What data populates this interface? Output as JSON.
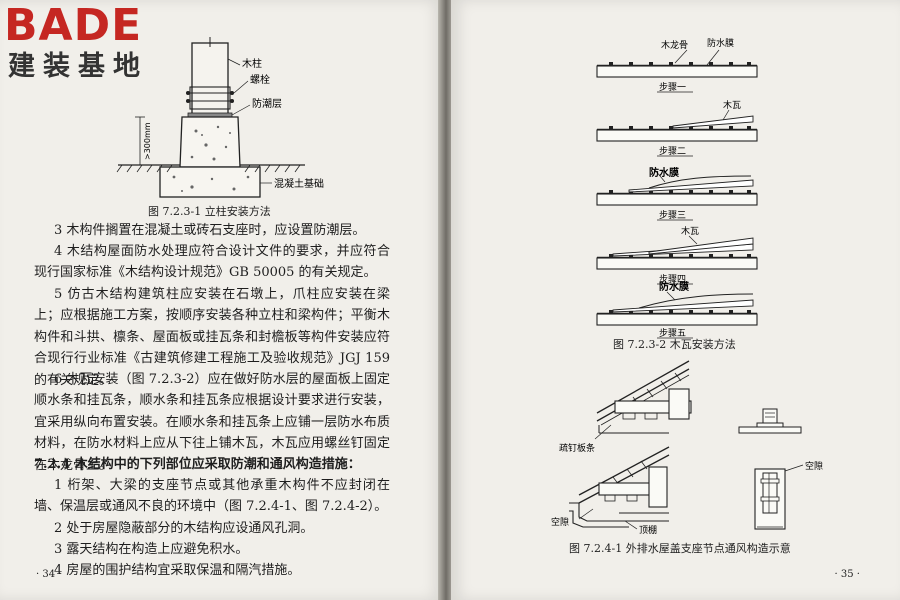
{
  "logo": {
    "top": "BADE",
    "bottom": "建装基地"
  },
  "left_page": {
    "figure1": {
      "labels": {
        "column": "木柱",
        "bolt": "螺栓",
        "moisture": "防潮层",
        "depth": ">300mm",
        "base": "混凝土基础"
      },
      "caption": "图 7.2.3-1   立柱安装方法"
    },
    "paragraphs": [
      "3  木构件搁置在混凝土或砖石支座时，应设置防潮层。",
      "4  木结构屋面防水处理应符合设计文件的要求，并应符合现行国家标准《木结构设计规范》GB 50005 的有关规定。",
      "5  仿古木结构建筑柱应安装在石墩上，爪柱应安装在梁上；应根据施工方案，按顺序安装各种立柱和梁构件；平衡木构件和斗拱、檩条、屋面板或挂瓦条和封檐板等构件安装应符合现行行业标准《古建筑修建工程施工及验收规范》JGJ 159 的有关规定。",
      "6  木瓦安装（图 7.2.3-2）应在做好防水层的屋面板上固定顺水条和挂瓦条，顺水条和挂瓦条应根据设计要求进行安装，宜采用纵向布置安装。在顺水条和挂瓦条上应铺一层防水布质材料，在防水材料上应从下往上铺木瓦，木瓦应用螺丝钉固定在木龙骨上。",
      "7.2.4  木结构中的下列部位应采取防潮和通风构造措施：",
      "1  桁架、大梁的支座节点或其他承重木构件不应封闭在墙、保温层或通风不良的环境中（图 7.2.4-1、图 7.2.4-2）。",
      "2  处于房屋隐蔽部分的木结构应设通风孔洞。",
      "3  露天结构在构造上应避免积水。",
      "4  房屋的围护结构宜采取保温和隔汽措施。"
    ],
    "page_number": "· 34 ·"
  },
  "right_page": {
    "figure2": {
      "labels": {
        "batten": "木龙骨",
        "membrane": "防水膜",
        "tile": "木瓦"
      },
      "steps": [
        "步骤一",
        "步骤二",
        "步骤三",
        "步骤四",
        "步骤五"
      ],
      "caption": "图 7.2.3-2   木瓦安装方法"
    },
    "figure3": {
      "labels": {
        "vent_strip": "疏钉板条",
        "gap_left": "空隙",
        "gap_right": "空隙",
        "ceiling": "顶棚"
      },
      "caption": "图 7.2.4-1   外排水屋盖支座节点通风构造示意"
    },
    "page_number": "· 35 ·"
  }
}
